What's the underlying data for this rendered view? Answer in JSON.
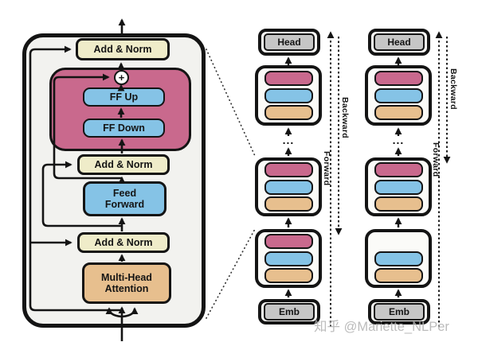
{
  "colors": {
    "pink": "#c9698d",
    "blue": "#85c3e6",
    "tan": "#e7bf8e",
    "cream": "#efecc9",
    "gray": "#c6c6c6",
    "panel": "#f2f2ef",
    "block_bg": "#fbfbf8",
    "ink": "#141414"
  },
  "panel": {
    "add_norm_top": "Add & Norm",
    "plus": "+",
    "ff_up": "FF Up",
    "ff_down": "FF Down",
    "add_norm_mid": "Add & Norm",
    "feed_forward": "Feed Forward",
    "add_norm_bottom": "Add & Norm",
    "attention": "Multi-Head Attention"
  },
  "stacks": [
    {
      "head": "Head",
      "emb": "Emb",
      "dots": "...",
      "forward": "Forward",
      "backward": "Backward",
      "blocks": [
        {
          "pills": [
            "pink",
            "blue",
            "tan"
          ]
        },
        {
          "pills": [
            "pink",
            "blue",
            "tan"
          ]
        },
        {
          "pills": [
            "pink",
            "blue",
            "tan"
          ]
        }
      ]
    },
    {
      "head": "Head",
      "emb": "Emb",
      "dots": "...",
      "forward": "Forward",
      "backward": "Backward",
      "blocks": [
        {
          "pills": [
            "pink",
            "blue",
            "tan"
          ]
        },
        {
          "pills": [
            "pink",
            "blue",
            "tan"
          ]
        },
        {
          "pills": [
            "empty",
            "blue",
            "tan"
          ]
        }
      ]
    }
  ],
  "watermark": "知乎 @Mariette_NLPer"
}
